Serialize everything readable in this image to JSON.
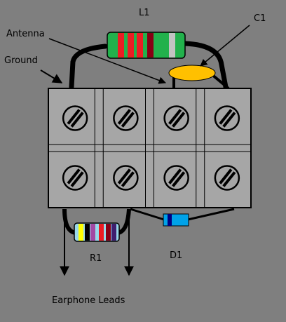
{
  "labels": {
    "inductor": "L1",
    "capacitor": "C1",
    "antenna": "Antenna",
    "ground": "Ground",
    "resistor": "R1",
    "diode": "D1",
    "earphone": "Earphone Leads"
  },
  "colors": {
    "background": "#7f7f7f",
    "block": "#a6a6a6",
    "inductor_body": "#22b14c",
    "inductor_bands": [
      "#ed1c24",
      "#ed1c24",
      "#ed1c24",
      "#880015",
      "#c3c3c3"
    ],
    "resistor_body": "#99d9ea",
    "resistor_bands": [
      "#ffff00",
      "#000000",
      "#a349a4",
      "#ed1c24",
      "#880015",
      "#3f1f6f"
    ],
    "capacitor": "#ffc000",
    "diode_body": "#00a2e8",
    "diode_band": "#000080",
    "wire": "#000000"
  },
  "terminal_block": {
    "rows": 2,
    "columns": 4
  }
}
